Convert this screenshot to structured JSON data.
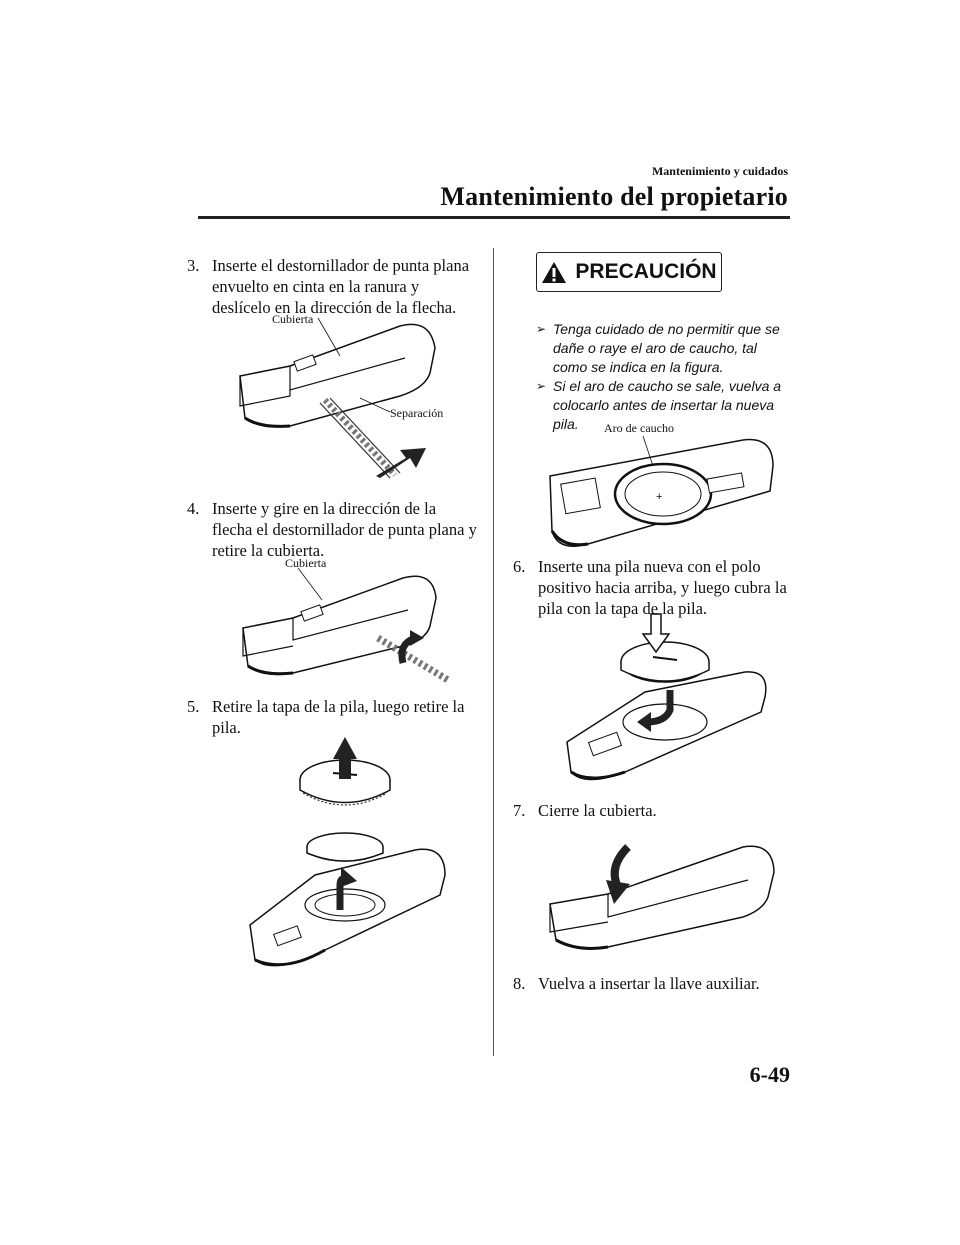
{
  "header": {
    "section": "Mantenimiento y cuidados",
    "title": "Mantenimiento del propietario"
  },
  "steps": {
    "s3": {
      "num": "3.",
      "text": "Inserte el destornillador de punta plana envuelto en cinta en la ranura y deslícelo en la dirección de la flecha."
    },
    "s4": {
      "num": "4.",
      "text": "Inserte y gire en la dirección de la flecha el destornillador de punta plana y retire la cubierta."
    },
    "s5": {
      "num": "5.",
      "text": "Retire la tapa de la pila, luego retire la pila."
    },
    "s6": {
      "num": "6.",
      "text": "Inserte una pila nueva con el polo positivo hacia arriba, y luego cubra la pila con la tapa de la pila."
    },
    "s7": {
      "num": "7.",
      "text": "Cierre la cubierta."
    },
    "s8": {
      "num": "8.",
      "text": "Vuelva a insertar la llave auxiliar."
    }
  },
  "callouts": {
    "cover1": "Cubierta",
    "gap": "Separación",
    "cover2": "Cubierta",
    "ring": "Aro de caucho"
  },
  "caution": {
    "title": "PRECAUCIÓN",
    "items": [
      "Tenga cuidado de no permitir que se dañe o raye el aro de caucho, tal como se indica en la figura.",
      "Si el aro de caucho se sale, vuelva a colocarlo antes de insertar la nueva pila."
    ]
  },
  "page_number": "6-49"
}
